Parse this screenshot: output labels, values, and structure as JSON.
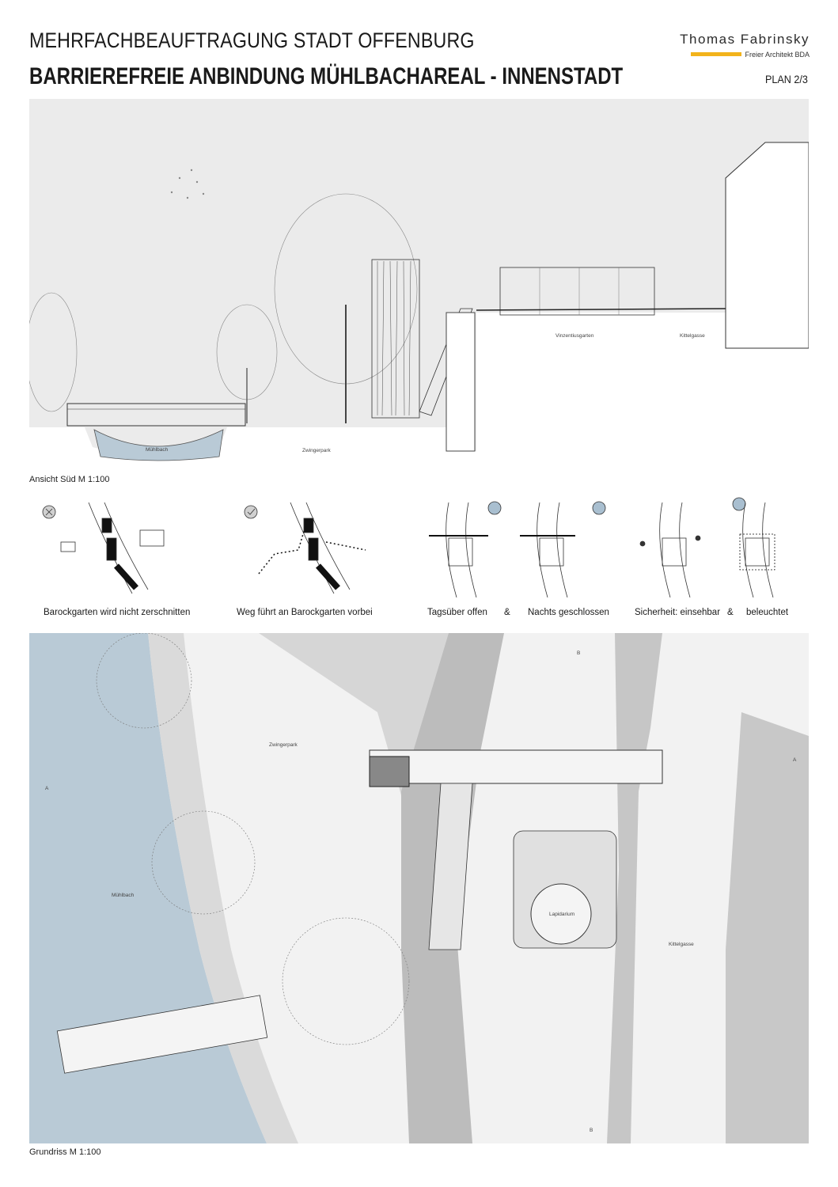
{
  "header": {
    "title_line1": "MEHRFACHBEAUFTRAGUNG STADT OFFENBURG",
    "title_line2": "BARRIEREFREIE ANBINDUNG MÜHLBACHAREAL - INNENSTADT",
    "plan_number": "PLAN 2/3"
  },
  "logo": {
    "name": "Thomas Fabrinsky",
    "subtitle": "Freier Architekt BDA",
    "accent_color": "#f2b31b"
  },
  "section": {
    "caption": "Ansicht Süd M 1:100",
    "labels": {
      "muehlbach": "Mühlbach",
      "zwingerpark": "Zwingerpark",
      "vinzentiusgarten": "Vinzentiusgarten",
      "kittelgasse": "Kittelgasse"
    }
  },
  "diagrams": {
    "captions": {
      "barockgarten_cut": "Barockgarten wird nicht zerschnitten",
      "weg_vorbei": "Weg führt an Barockgarten vorbei",
      "tagsueber": "Tagsüber offen",
      "amp1": "&",
      "nachts": "Nachts geschlossen",
      "sicherheit": "Sicherheit: einsehbar",
      "amp2": "&",
      "beleuchtet": "beleuchtet"
    },
    "icons": [
      "cross-circle-icon",
      "check-circle-icon",
      "sun-icon",
      "moon-icon",
      "lightbulb-icon"
    ]
  },
  "plan": {
    "caption": "Grundriss M 1:100",
    "labels": {
      "zwingerpark": "Zwingerpark",
      "muehlbach": "Mühlbach",
      "lapidarium": "Lapidarium",
      "kittelgasse": "Kittelgasse",
      "section_a": "A",
      "section_b": "B"
    },
    "water_color": "#b9cad6"
  }
}
